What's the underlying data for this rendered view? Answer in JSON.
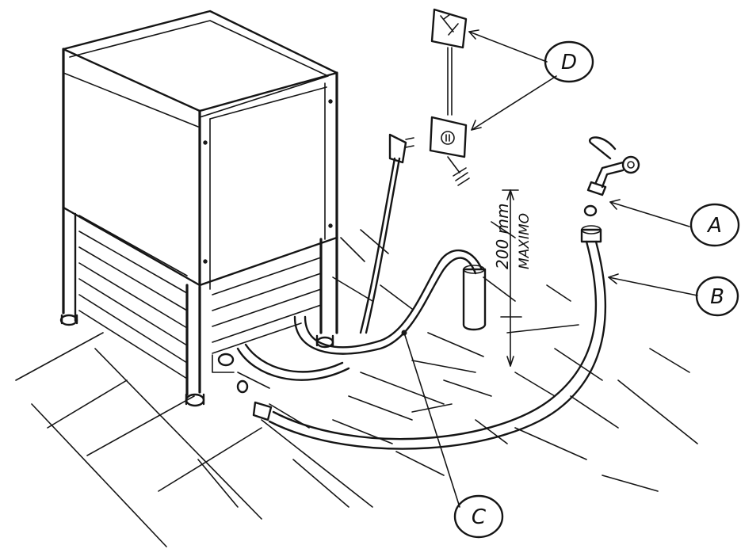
{
  "callouts": {
    "a": "A",
    "b": "B",
    "c": "C",
    "d": "D"
  },
  "dimension": {
    "value": "200 mm",
    "qualifier": "MAXIMO"
  },
  "colors": {
    "ink": "#151515",
    "paper": "#ffffff"
  }
}
